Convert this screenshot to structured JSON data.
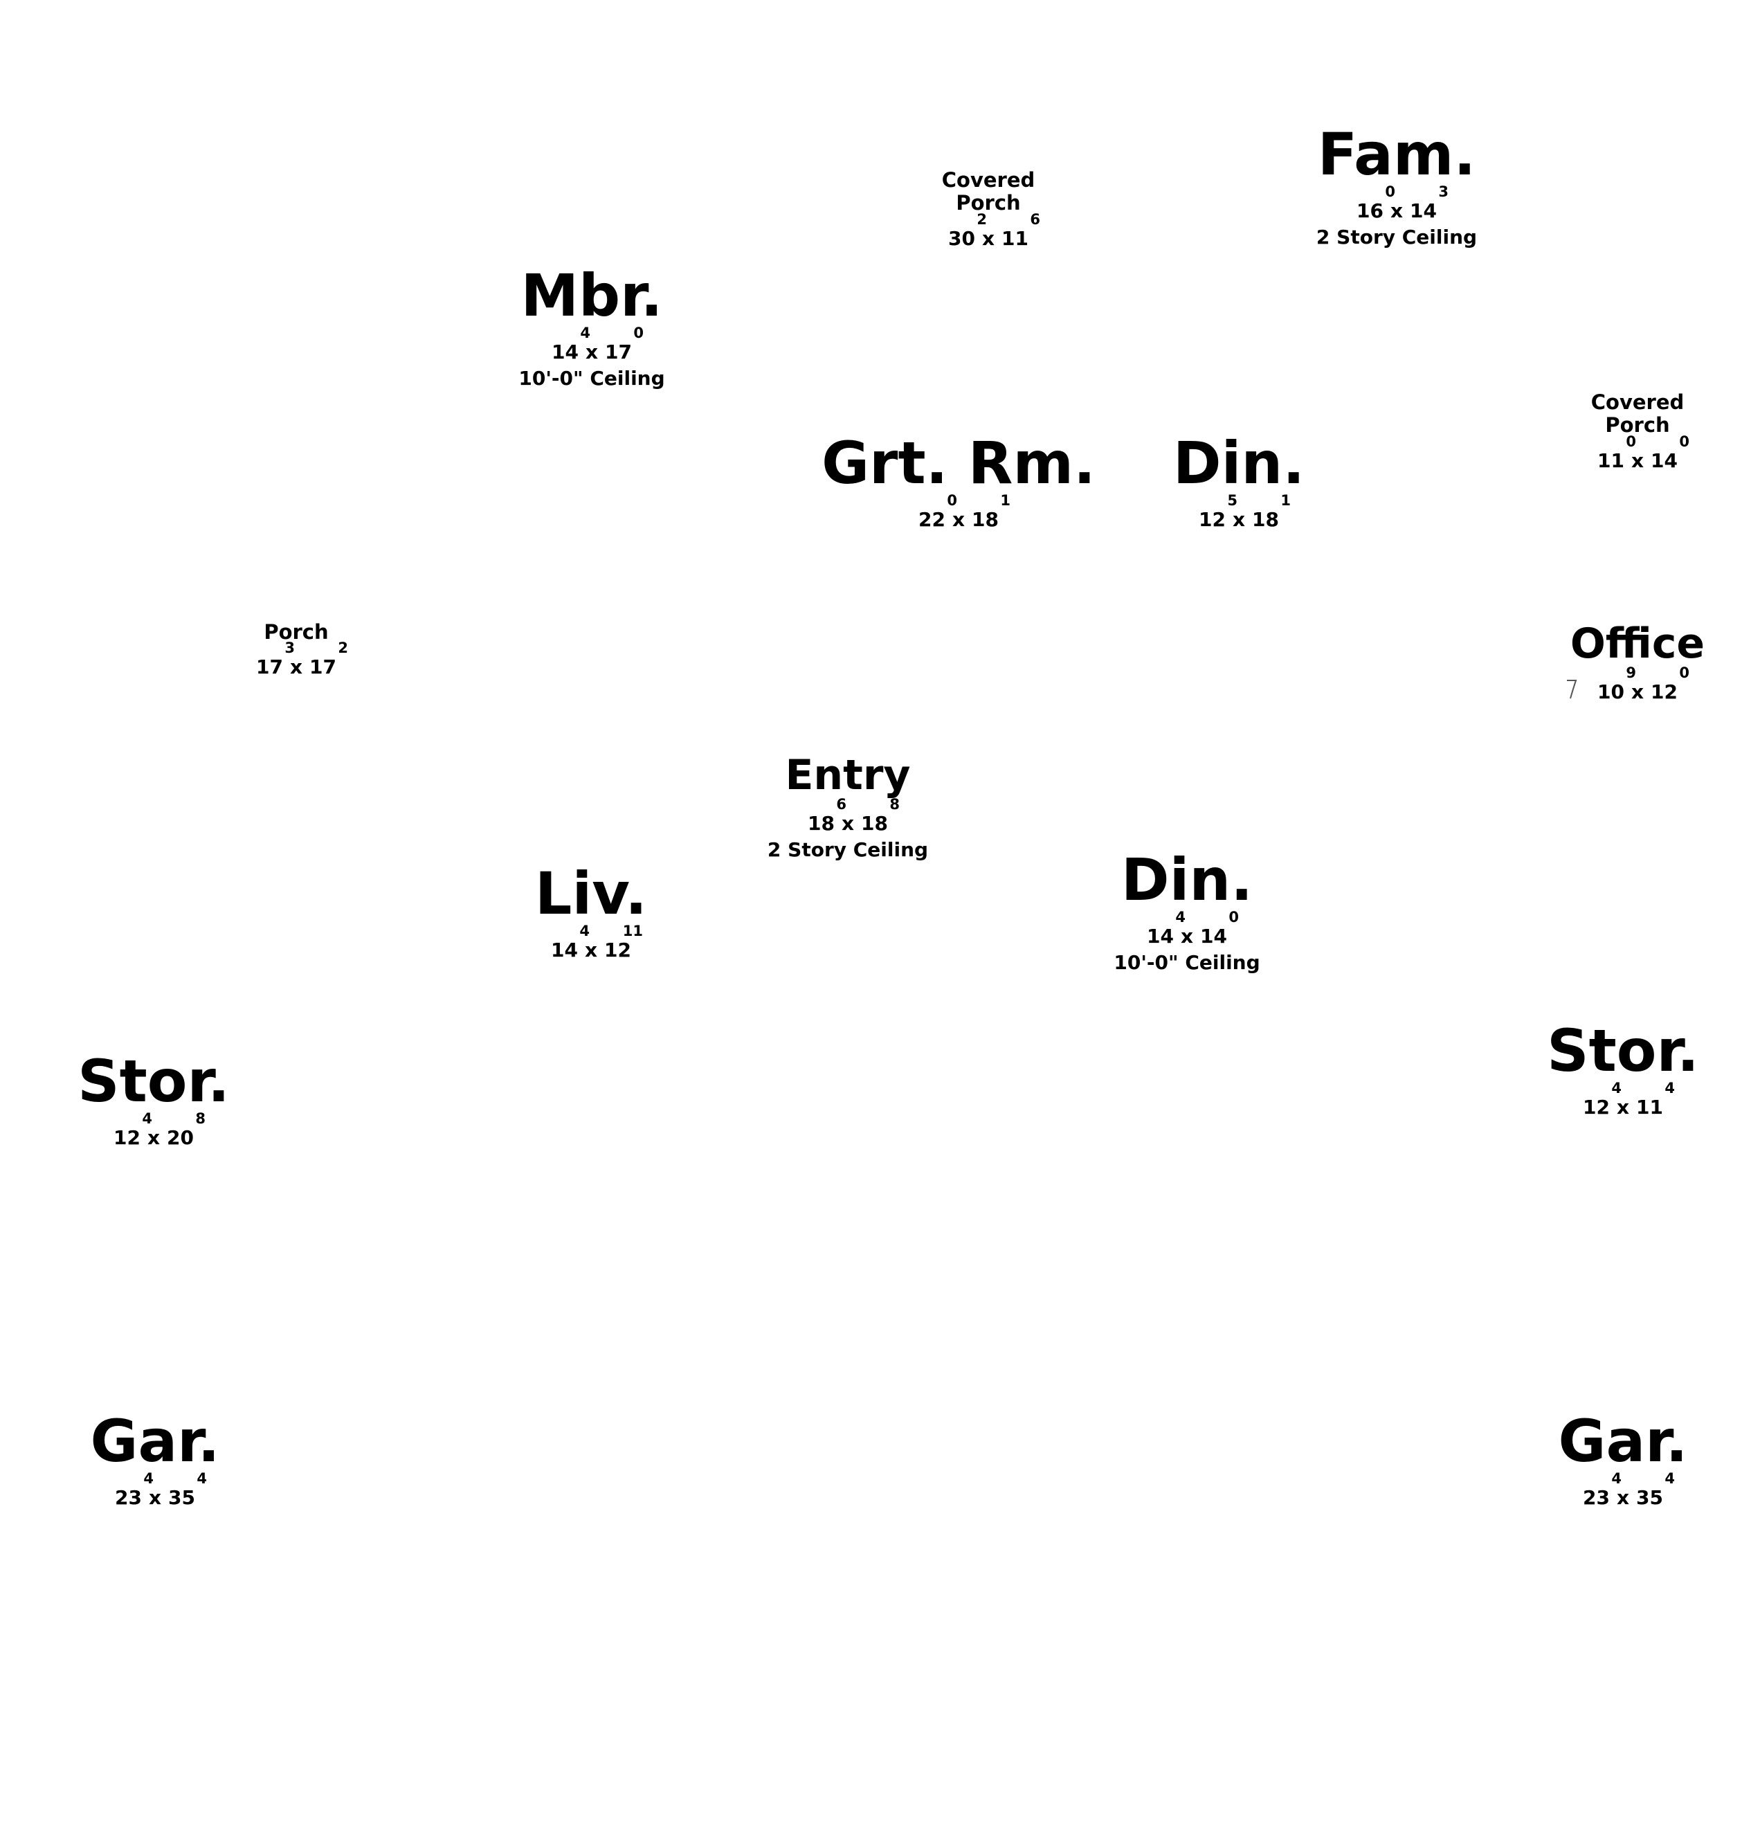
{
  "rooms": [
    {
      "name": "Fam.",
      "w": "16",
      "w_in": "0",
      "d": "14",
      "d_in": "3",
      "note": "2 Story Ceiling"
    },
    {
      "name": "Covered\nPorch",
      "w": "30",
      "w_in": "2",
      "d": "11",
      "d_in": "6",
      "note": ""
    },
    {
      "name": "Mbr.",
      "w": "14",
      "w_in": "4",
      "d": "17",
      "d_in": "0",
      "note": "10'-0\" Ceiling"
    },
    {
      "name": "Covered\nPorch",
      "w": "11",
      "w_in": "0",
      "d": "14",
      "d_in": "0",
      "note": ""
    },
    {
      "name": "Grt. Rm.",
      "w": "22",
      "w_in": "0",
      "d": "18",
      "d_in": "1",
      "note": ""
    },
    {
      "name": "Din.",
      "w": "12",
      "w_in": "5",
      "d": "18",
      "d_in": "1",
      "note": ""
    },
    {
      "name": "Porch",
      "w": "17",
      "w_in": "3",
      "d": "17",
      "d_in": "2",
      "note": ""
    },
    {
      "name": "Office",
      "w": "10",
      "w_in": "9",
      "d": "12",
      "d_in": "0",
      "note": ""
    },
    {
      "name": "Entry",
      "w": "18",
      "w_in": "6",
      "d": "18",
      "d_in": "8",
      "note": "2 Story Ceiling"
    },
    {
      "name": "Liv.",
      "w": "14",
      "w_in": "4",
      "d": "12",
      "d_in": "11",
      "note": ""
    },
    {
      "name": "Din.",
      "w": "14",
      "w_in": "4",
      "d": "14",
      "d_in": "0",
      "note": "10'-0\" Ceiling"
    },
    {
      "name": "Stor.",
      "w": "12",
      "w_in": "4",
      "d": "20",
      "d_in": "8",
      "note": ""
    },
    {
      "name": "Stor.",
      "w": "12",
      "w_in": "4",
      "d": "11",
      "d_in": "4",
      "note": ""
    },
    {
      "name": "Gar.",
      "w": "23",
      "w_in": "4",
      "d": "35",
      "d_in": "4",
      "note": ""
    },
    {
      "name": "Gar.",
      "w": "23",
      "w_in": "4",
      "d": "35",
      "d_in": "4",
      "note": ""
    }
  ],
  "separator": "x",
  "colors": {
    "text": "#000000",
    "background": "#ffffff",
    "mark": "#555555"
  }
}
